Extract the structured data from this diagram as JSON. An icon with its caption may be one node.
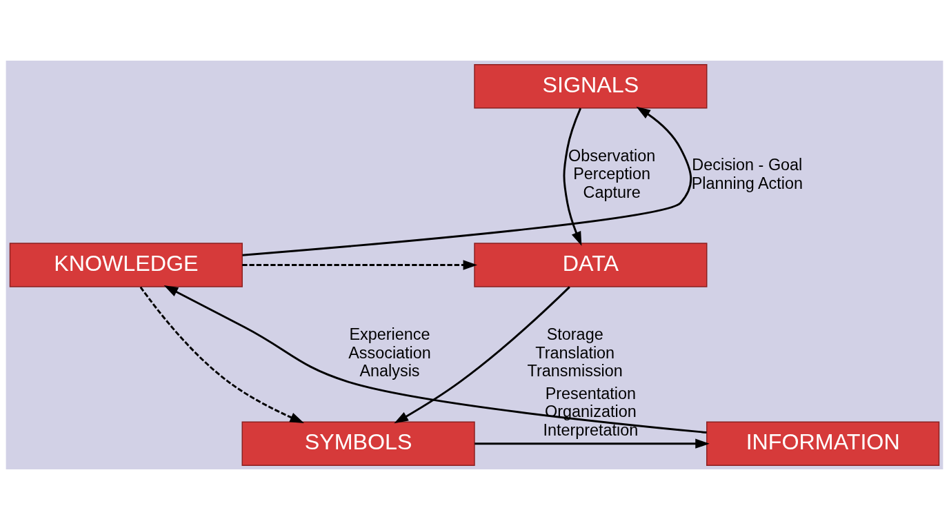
{
  "diagram": {
    "nodes": [
      {
        "text": [
          "SIGNALS"
        ]
      },
      {
        "text": [
          "DATA"
        ]
      },
      {
        "text": [
          "SYMBOLS"
        ]
      },
      {
        "text": [
          "INFORMATION"
        ]
      },
      {
        "text": [
          "KNOWLEDGE"
        ]
      }
    ],
    "edges": [
      {
        "from": 0,
        "to": 1,
        "arrow": "to",
        "label": "Observation Perception Capture"
      },
      {
        "from": 1,
        "to": 2,
        "arrow": "to",
        "label": "Storage Translation Transmission"
      },
      {
        "from": 2,
        "to": 3,
        "arrow": "to",
        "label": "Presentation Organization Interpretation"
      },
      {
        "from": 3,
        "to": 4,
        "arrow": "to",
        "label": "Experience Association Analysis"
      },
      {
        "from": 4,
        "to": 0,
        "arrow": "to",
        "label": "Decision - Goal Planning Action"
      },
      {
        "from": 4,
        "to": 1,
        "arrow": "to",
        "style": "dashed"
      },
      {
        "from": 4,
        "to": 2,
        "arrow": "to",
        "style": "dashed"
      }
    ]
  }
}
